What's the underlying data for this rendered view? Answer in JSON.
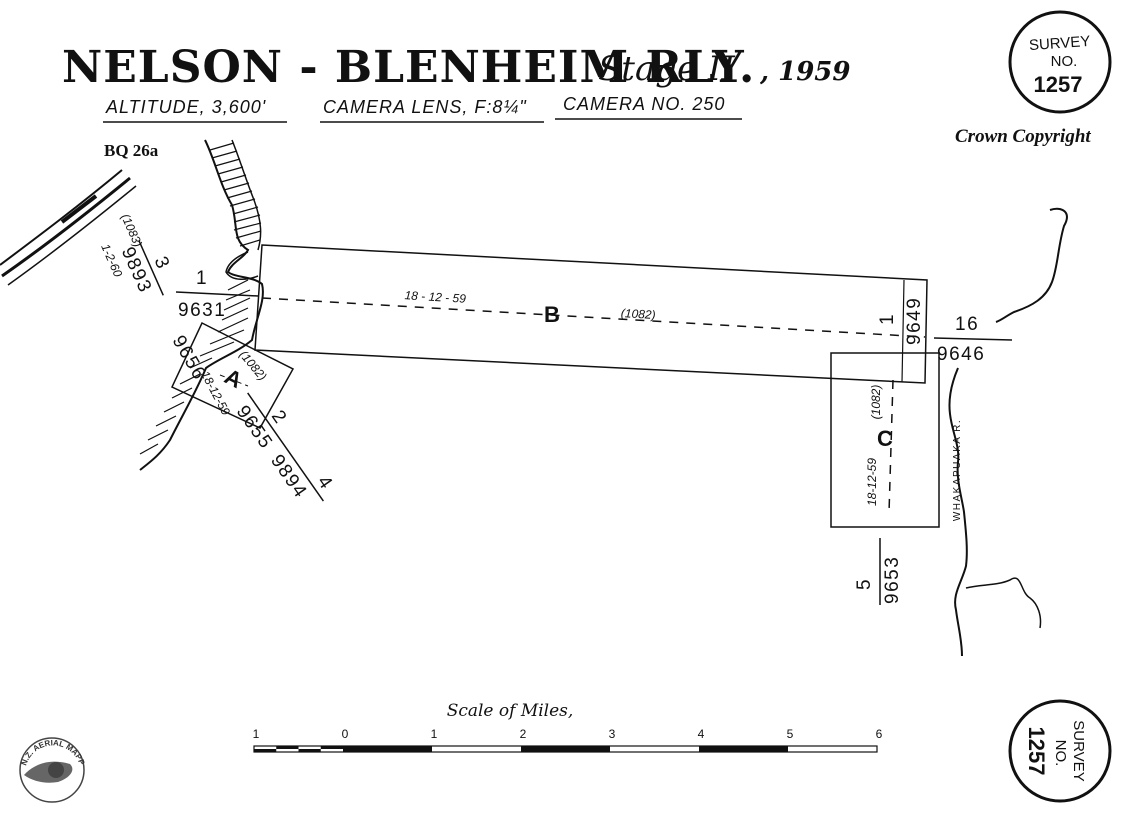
{
  "header": {
    "title_main": "NELSON - BLENHEIM RLY.",
    "title_stage": "Stage II",
    "title_year": ", 1959",
    "altitude": "ALTITUDE, 3,600'",
    "lens": "CAMERA LENS, F:8¼\"",
    "camera": "CAMERA NO. 250"
  },
  "corner_label": "BQ 26a",
  "copyright": "Crown Copyright",
  "survey_seal": {
    "line1": "SURVEY",
    "line2": "NO.",
    "number": "1257"
  },
  "strips": {
    "A": {
      "letter": "A",
      "date": "18-12-59",
      "ref": "(1082)"
    },
    "B": {
      "letter": "B",
      "date": "18 - 12 - 59",
      "ref": "(1082)"
    },
    "C": {
      "letter": "C",
      "date": "18-12-59",
      "ref": "(1082)"
    }
  },
  "photo_numbers": {
    "p1": {
      "index": "1",
      "frame": "9631"
    },
    "p3": {
      "index": "3",
      "frame": "9893",
      "date": "1-2-60",
      "ref": "(1083)"
    },
    "p9656": {
      "frame": "9656"
    },
    "p2": {
      "index": "2",
      "frame": "9655"
    },
    "p4": {
      "index": "4",
      "frame": "9894"
    },
    "p9649": {
      "index": "1",
      "frame": "9649"
    },
    "p16": {
      "index": "16",
      "frame": "9646"
    },
    "p5": {
      "index": "5",
      "frame": "9653"
    }
  },
  "river": "WHAKAPUAKA R.",
  "scale": {
    "title": "Scale of Miles,",
    "ticks": [
      "1",
      "0",
      "1",
      "2",
      "3",
      "4",
      "5",
      "6"
    ]
  },
  "logo_text": "N.Z. AERIAL MAPPING LTD",
  "colors": {
    "ink": "#111111",
    "paper": "#ffffff"
  }
}
